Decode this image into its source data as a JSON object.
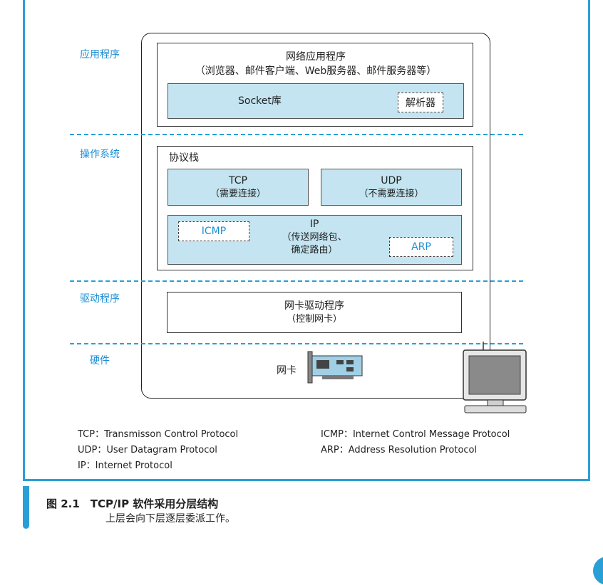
{
  "layers": {
    "application": "应用程序",
    "os": "操作系统",
    "driver": "驱动程序",
    "hardware": "硬件"
  },
  "app_box": {
    "title": "网络应用程序",
    "subtitle": "（浏览器、邮件客户端、Web服务器、邮件服务器等）",
    "socket": "Socket库",
    "resolver": "解析器"
  },
  "stack": {
    "title": "协议栈",
    "tcp": "TCP",
    "tcp_note": "（需要连接）",
    "udp": "UDP",
    "udp_note": "（不需要连接）",
    "ip": "IP",
    "ip_note_1": "（传送网络包、",
    "ip_note_2": "确定路由）",
    "icmp": "ICMP",
    "arp": "ARP"
  },
  "driver_box": {
    "title": "网卡驱动程序",
    "note": "（控制网卡）"
  },
  "hardware_box": {
    "nic": "网卡"
  },
  "legend": {
    "tcp": "TCP：Transmisson Control Protocol",
    "udp": "UDP：User Datagram Protocol",
    "ip": "IP：Internet Protocol",
    "icmp": "ICMP：Internet Control Message Protocol",
    "arp": "ARP：Address Resolution Protocol"
  },
  "caption": {
    "title": "图 2.1　TCP/IP 软件采用分层结构",
    "subtitle": "上层会向下层逐层委派工作。"
  },
  "colors": {
    "accent": "#2a9fd6",
    "fill": "#c3e4f0"
  }
}
